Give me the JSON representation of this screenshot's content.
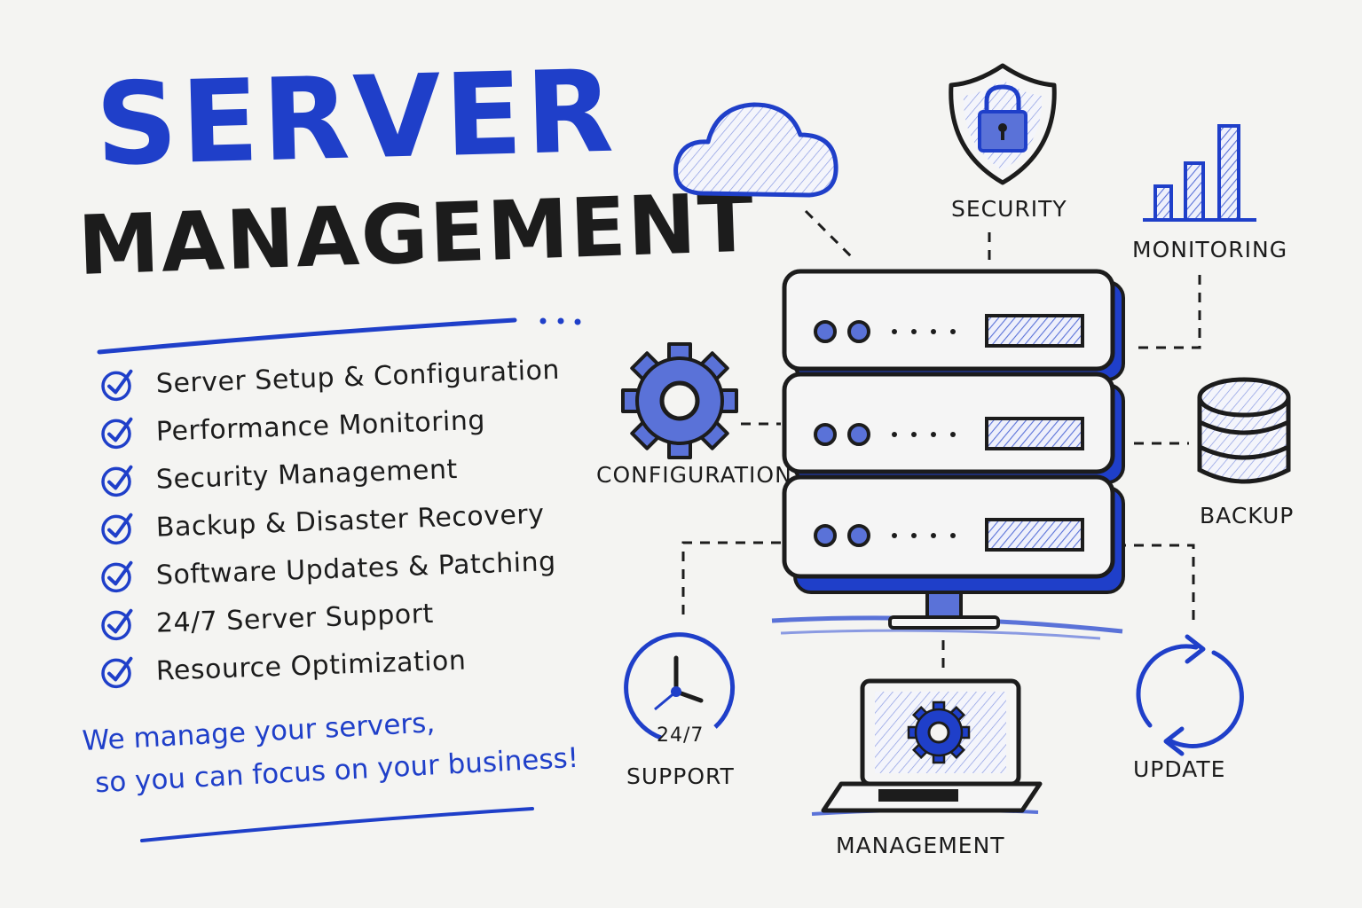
{
  "title": {
    "main": "SERVER",
    "sub": "MANAGEMENT"
  },
  "features": [
    "Server Setup & Configuration",
    "Performance Monitoring",
    "Security Management",
    "Backup & Disaster Recovery",
    "Software Updates & Patching",
    "24/7 Server Support",
    "Resource Optimization"
  ],
  "tagline": {
    "line1": "We manage your servers,",
    "line2": "so you can focus on your business!"
  },
  "diagram": {
    "labels": {
      "security": "SECURITY",
      "monitoring": "MONITORING",
      "configuration": "CONFIGURATION",
      "backup": "BACKUP",
      "support": "SUPPORT",
      "clock_text": "24/7",
      "update": "UPDATE",
      "management": "MANAGEMENT"
    },
    "icons": [
      "cloud-icon",
      "shield-lock-icon",
      "bar-chart-icon",
      "gear-icon",
      "database-icon",
      "clock-icon",
      "refresh-icon",
      "laptop-gear-icon",
      "server-rack-icon"
    ]
  },
  "colors": {
    "accent": "#1f3fc9",
    "ink": "#1c1c1c",
    "fill": "#5a72d8",
    "background": "#f4f4f2"
  }
}
